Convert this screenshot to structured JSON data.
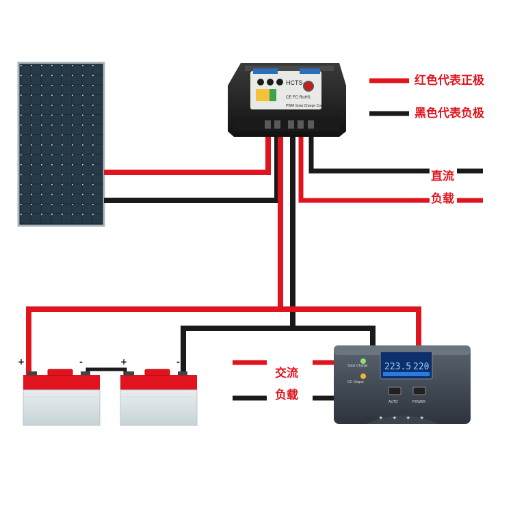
{
  "legend": {
    "red_label": "红色代表正极",
    "black_label": "黑色代表负极"
  },
  "dc_load": {
    "line1": "直流",
    "line2": "负载"
  },
  "ac_load": {
    "line1": "交流",
    "line2": "负载"
  },
  "charge_controller": {
    "model_text": "HCTS-",
    "cert_text": "CE FC RoHS",
    "subtitle": "PWM Solar Charge Controller"
  },
  "inverter": {
    "display_value": "223.5",
    "display_value2": "220",
    "indicator1": "Solar Charge",
    "indicator2": "DC Output",
    "btn1_label": "AUTO",
    "btn2_label": "POWER"
  },
  "battery1": {
    "plus": "+",
    "minus": "-"
  },
  "battery2": {
    "plus": "+",
    "minus": "-"
  },
  "colors": {
    "positive": "#e0141e",
    "negative": "#1a1a1a"
  },
  "icons": [
    "solar-panel-icon",
    "charge-controller-icon",
    "battery-icon",
    "inverter-icon"
  ]
}
